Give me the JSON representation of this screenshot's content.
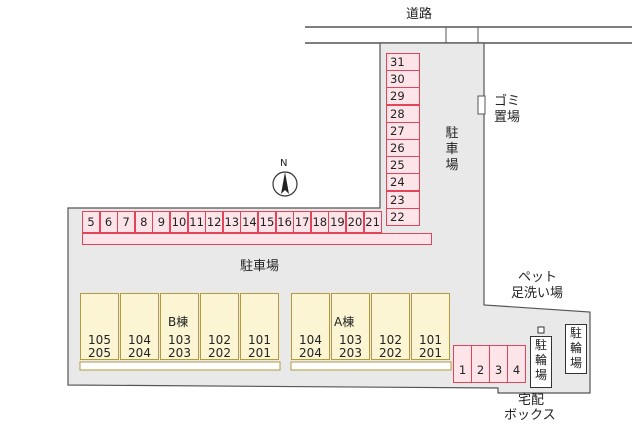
{
  "road_label": "道路",
  "garbage_label": "ゴミ置場",
  "parking_label_vertical": "駐車場",
  "parking_label_main": "駐車場",
  "north_label": "N",
  "pet_label_line1": "ペット",
  "pet_label_line2": "足洗い場",
  "bicycle_label": "駐輪場",
  "bicycle_label_inner": "駐輪場",
  "delivery_label_line1": "宅配",
  "delivery_label_line2": "ボックス",
  "parking_row": [
    "5",
    "6",
    "7",
    "8",
    "9",
    "10",
    "11",
    "12",
    "13",
    "14",
    "15",
    "16",
    "17",
    "18",
    "19",
    "20",
    "21"
  ],
  "parking_column": [
    "31",
    "30",
    "29",
    "28",
    "27",
    "26",
    "25",
    "24",
    "23",
    "22"
  ],
  "parking_bottom": [
    "1",
    "2",
    "3",
    "4"
  ],
  "buildings": [
    {
      "name": "B棟",
      "units": [
        [
          "105",
          "205"
        ],
        [
          "104",
          "204"
        ],
        [
          "103",
          "203"
        ],
        [
          "102",
          "202"
        ],
        [
          "101",
          "201"
        ]
      ]
    },
    {
      "name": "A棟",
      "units": [
        [
          "104",
          "204"
        ],
        [
          "103",
          "203"
        ],
        [
          "102",
          "202"
        ],
        [
          "101",
          "201"
        ]
      ]
    }
  ],
  "colors": {
    "parking_fill": "#fde4e8",
    "parking_border": "#e0455a",
    "building_fill": "#fbf5d3",
    "lot_fill": "#e9e9ea"
  }
}
